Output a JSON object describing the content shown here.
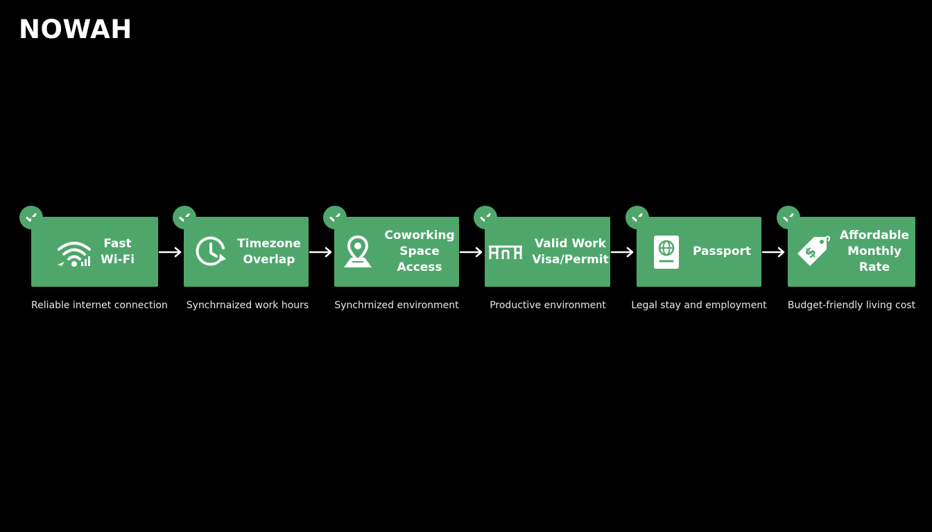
{
  "brand": "NOWAH",
  "colors": {
    "box": "#4fa66b",
    "background": "#000000",
    "text": "#ffffff"
  },
  "steps": [
    {
      "title": "Fast\nWi-Fi",
      "caption": "Reliable internet connection",
      "icon": "wifi-icon"
    },
    {
      "title": "Timezone\nOverlap",
      "caption": "Synchrnaized work hours",
      "icon": "clock-icon"
    },
    {
      "title": "Coworking\nSpace Access",
      "caption": "Synchrnized environment",
      "icon": "location-pin-icon"
    },
    {
      "title": "Valid Work\nVisa/Permit",
      "caption": "Productive environment",
      "icon": "desk-icon"
    },
    {
      "title": "Passport",
      "caption": "Legal stay and employment",
      "icon": "passport-icon"
    },
    {
      "title": "Affordable\nMonthly Rate",
      "caption": "Budget-friendly living cost",
      "icon": "price-tag-icon"
    }
  ]
}
